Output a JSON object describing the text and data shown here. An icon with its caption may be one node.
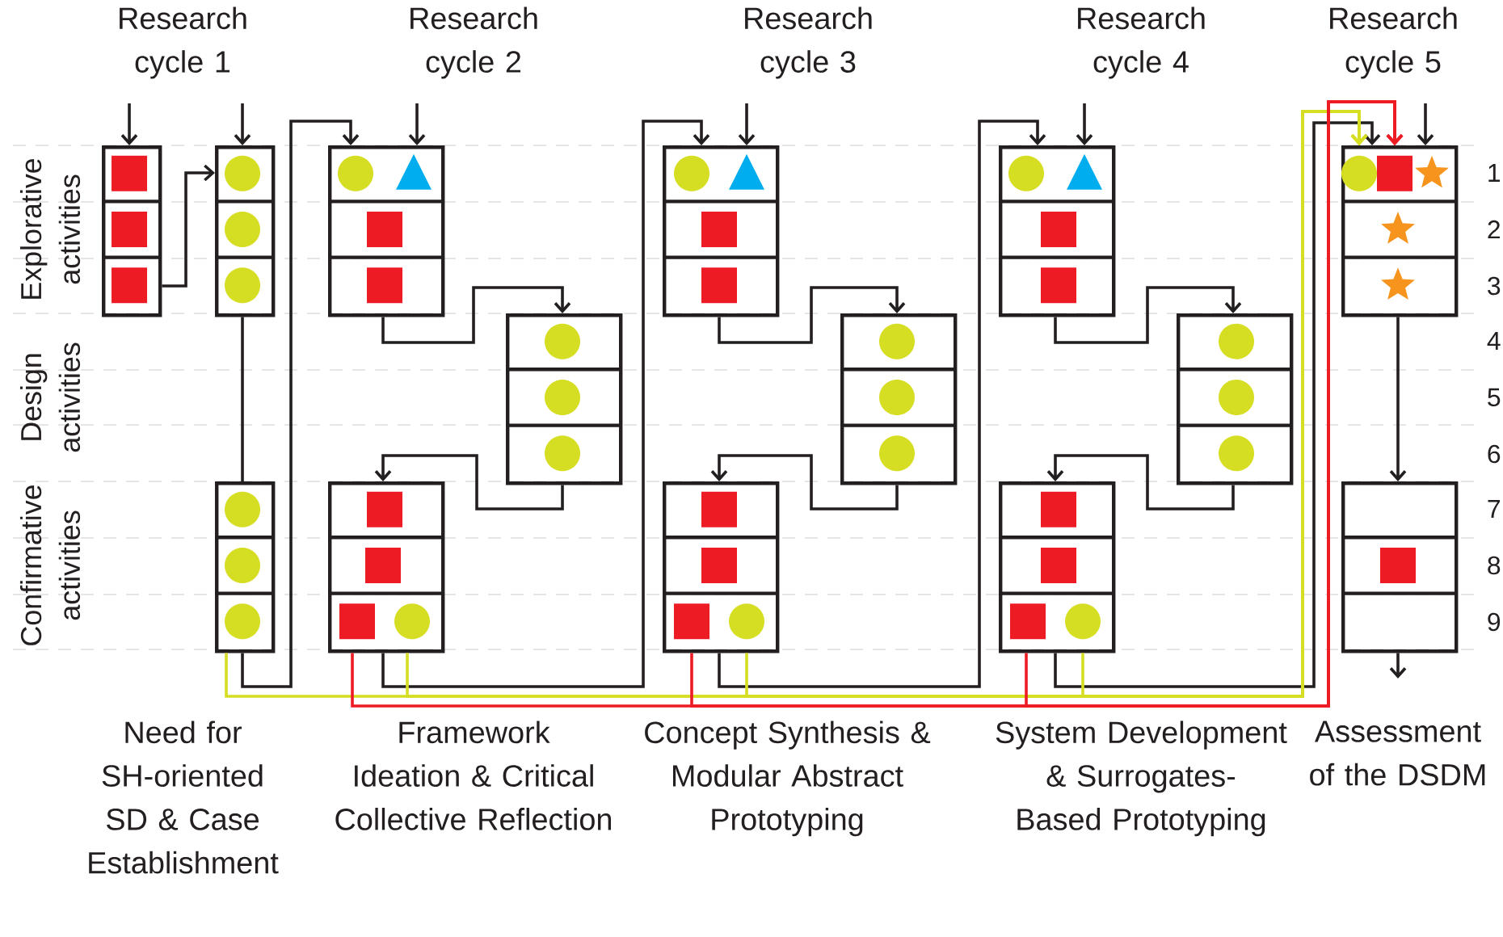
{
  "diagram": {
    "nodes": [
      {
        "text": [],
        "shape": "box"
      },
      {
        "text": [],
        "shape": "box"
      },
      {
        "text": [],
        "shape": "box"
      },
      {
        "text": [],
        "shape": "box"
      },
      {
        "text": [],
        "shape": "box"
      },
      {
        "text": [],
        "shape": "box"
      },
      {
        "text": [],
        "shape": "box"
      },
      {
        "text": [],
        "shape": "box"
      },
      {
        "text": [],
        "shape": "box"
      },
      {
        "text": [],
        "shape": "box"
      },
      {
        "text": [],
        "shape": "box"
      },
      {
        "text": [],
        "shape": "box"
      },
      {
        "text": [],
        "shape": "box"
      },
      {
        "text": [],
        "shape": "box"
      }
    ],
    "edges": [
      {
        "from": null,
        "to": 0,
        "arrow": "to"
      },
      {
        "from": null,
        "to": 1,
        "arrow": "to"
      },
      {
        "from": 0,
        "to": 1,
        "arrow": "to"
      },
      {
        "from": 1,
        "to": 2,
        "arrow": "none"
      },
      {
        "from": 2,
        "to": 3,
        "arrow": "to"
      },
      {
        "from": null,
        "to": 3,
        "arrow": "to"
      },
      {
        "from": 3,
        "to": 4,
        "arrow": "to"
      },
      {
        "from": 4,
        "to": 5,
        "arrow": "to"
      },
      {
        "from": 5,
        "to": 6,
        "arrow": "to"
      },
      {
        "from": null,
        "to": 6,
        "arrow": "to"
      },
      {
        "from": 6,
        "to": 7,
        "arrow": "to"
      },
      {
        "from": 7,
        "to": 8,
        "arrow": "to"
      },
      {
        "from": 8,
        "to": 9,
        "arrow": "to"
      },
      {
        "from": null,
        "to": 9,
        "arrow": "to"
      },
      {
        "from": 9,
        "to": 10,
        "arrow": "to"
      },
      {
        "from": 10,
        "to": 11,
        "arrow": "to"
      },
      {
        "from": 11,
        "to": 12,
        "arrow": "to"
      },
      {
        "from": null,
        "to": 12,
        "arrow": "to"
      },
      {
        "from": 12,
        "to": 13,
        "arrow": "to"
      },
      {
        "from": 13,
        "to": null,
        "arrow": "to"
      },
      {
        "from": 2,
        "to": 12,
        "arrow": "to",
        "color": "#d6de23"
      },
      {
        "from": 5,
        "to": 12,
        "arrow": "to",
        "color": "#d6de23"
      },
      {
        "from": 8,
        "to": 12,
        "arrow": "to",
        "color": "#d6de23"
      },
      {
        "from": 11,
        "to": 12,
        "arrow": "to",
        "color": "#d6de23"
      },
      {
        "from": 5,
        "to": 12,
        "arrow": "to",
        "color": "#ed1c24"
      },
      {
        "from": 8,
        "to": 12,
        "arrow": "to",
        "color": "#ed1c24"
      },
      {
        "from": 11,
        "to": 12,
        "arrow": "to",
        "color": "#ed1c24"
      }
    ],
    "labels": [
      "Research cycle 1",
      "Research cycle 2",
      "Research cycle 3",
      "Research cycle 4",
      "Research cycle 5",
      "Explorative activities",
      "Design activities",
      "Confirmative activities",
      "1",
      "2",
      "3",
      "4",
      "5",
      "6",
      "7",
      "8",
      "9",
      "Need for SH-oriented SD & Case Establishment",
      "Framework Ideation & Critical Collective Reflection",
      "Concept Synthesis & Modular Abstract Prototyping",
      "System Development & Surrogates-Based Prototyping",
      "Assessment of the DSDM"
    ]
  }
}
